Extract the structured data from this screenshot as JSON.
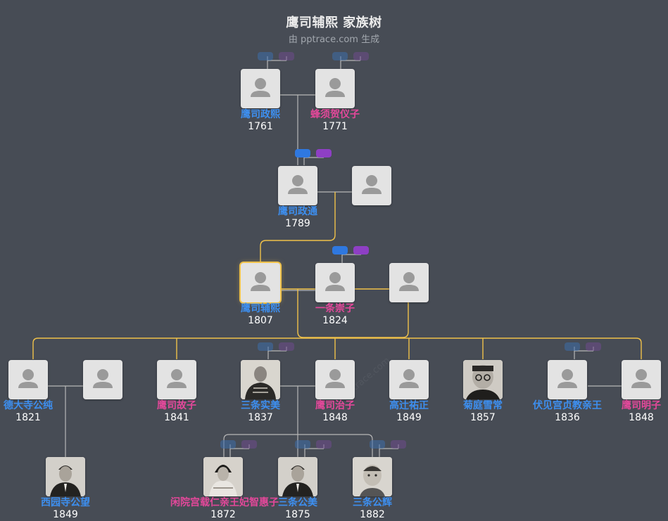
{
  "header": {
    "title": "鹰司辅熙 家族树",
    "subtitle": "由 pptrace.com 生成"
  },
  "colors": {
    "background": "#474c55",
    "male": "#3d8ff0",
    "female": "#e3489a",
    "line_gray": "#b7b7b7",
    "line_gold": "#f0c24a"
  },
  "persons": [
    {
      "name": "鹰司政熙",
      "year": "1761",
      "gender": "m",
      "photo": "silhouette"
    },
    {
      "name": "蜂须贺仪子",
      "year": "1771",
      "gender": "f",
      "photo": "silhouette"
    },
    {
      "name": "鹰司政通",
      "year": "1789",
      "gender": "m",
      "photo": "silhouette"
    },
    {
      "name": "",
      "year": "",
      "gender": "",
      "photo": "silhouette"
    },
    {
      "name": "鹰司辅熙",
      "year": "1807",
      "gender": "m",
      "photo": "silhouette"
    },
    {
      "name": "一条崇子",
      "year": "1824",
      "gender": "f",
      "photo": "silhouette"
    },
    {
      "name": "",
      "year": "",
      "gender": "",
      "photo": "silhouette"
    },
    {
      "name": "德大寺公纯",
      "year": "1821",
      "gender": "m",
      "photo": "silhouette"
    },
    {
      "name": "",
      "year": "",
      "gender": "",
      "photo": "silhouette"
    },
    {
      "name": "鹰司故子",
      "year": "1841",
      "gender": "f",
      "photo": "silhouette"
    },
    {
      "name": "三条实美",
      "year": "1837",
      "gender": "m",
      "photo": "portrait-uniform"
    },
    {
      "name": "鹰司治子",
      "year": "1848",
      "gender": "f",
      "photo": "silhouette"
    },
    {
      "name": "高辻祐正",
      "year": "1849",
      "gender": "m",
      "photo": "silhouette"
    },
    {
      "name": "菊庭雪常",
      "year": "1857",
      "gender": "m",
      "photo": "portrait-glasses"
    },
    {
      "name": "伏见宫贞教亲王",
      "year": "1836",
      "gender": "m",
      "photo": "silhouette"
    },
    {
      "name": "鹰司明子",
      "year": "1848",
      "gender": "f",
      "photo": "silhouette"
    },
    {
      "name": "西园寺公望",
      "year": "1849",
      "gender": "m",
      "photo": "portrait-suit"
    },
    {
      "name": "闲院宫载仁亲王妃智惠子",
      "year": "1872",
      "gender": "f",
      "photo": "portrait-woman"
    },
    {
      "name": "三条公美",
      "year": "1875",
      "gender": "m",
      "photo": "portrait-suit"
    },
    {
      "name": "三条公辉",
      "year": "1882",
      "gender": "m",
      "photo": "portrait-boy"
    }
  ],
  "controls": [
    {
      "kind": "expand-parents",
      "person": "鹰司政熙"
    },
    {
      "kind": "expand-parents",
      "person": "蜂须贺仪子"
    },
    {
      "kind": "expand-parents",
      "person": "鹰司政通"
    },
    {
      "kind": "expand-parents",
      "person": "一条崇子"
    },
    {
      "kind": "expand-parents",
      "person": "三条实美"
    },
    {
      "kind": "expand-parents",
      "person": "伏见宫贞教亲王"
    },
    {
      "kind": "expand-parents",
      "person": "闲院宫载仁亲王妃智惠子"
    },
    {
      "kind": "expand-parents",
      "person": "三条公美"
    },
    {
      "kind": "expand-parents",
      "person": "三条公辉"
    }
  ]
}
